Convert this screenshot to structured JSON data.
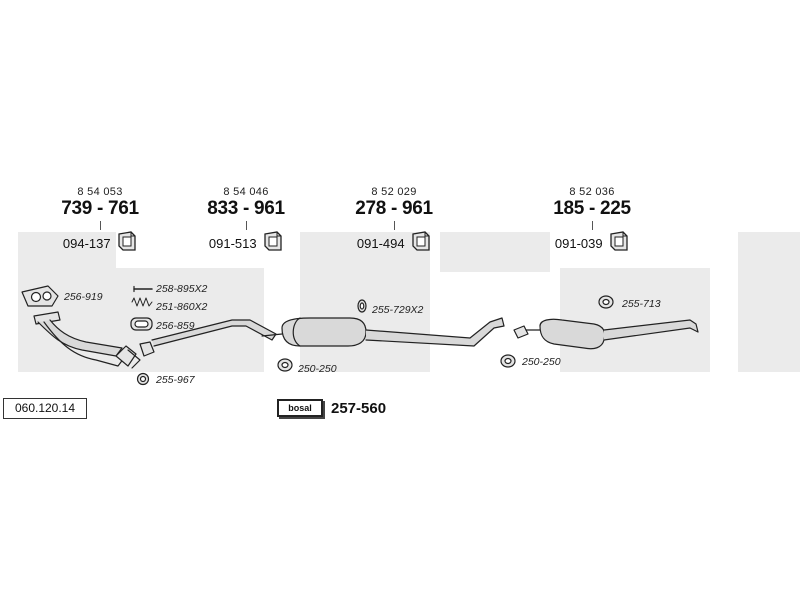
{
  "reference_number": "060.120.14",
  "brand": {
    "logo_text": "bosal",
    "part_number": "257-560"
  },
  "sections": [
    {
      "oe_number": "8 54 053",
      "part_number": "739 - 761",
      "holder": "094-137",
      "holder_icon": "rubber-hanger-icon"
    },
    {
      "oe_number": "8 54 046",
      "part_number": "833 - 961",
      "holder": "091-513",
      "holder_icon": "rubber-hanger-icon"
    },
    {
      "oe_number": "8 52 029",
      "part_number": "278 - 961",
      "holder": "091-494",
      "holder_icon": "rubber-hanger-icon"
    },
    {
      "oe_number": "8 52 036",
      "part_number": "185 - 225",
      "holder": "091-039",
      "holder_icon": "rubber-hanger-icon"
    }
  ],
  "part_labels": {
    "gasket_main": "256-919",
    "bolt": "258-895X2",
    "spring": "251-860X2",
    "ring": "256-859",
    "clamp_front": "255-967",
    "clamp_mid_1": "250-250",
    "gasket_mid": "255-729X2",
    "clamp_mid_2": "250-250",
    "gasket_rear": "255-713"
  },
  "colors": {
    "watermark": "#ebebeb",
    "line": "#222222",
    "part_fill": "#d9d9d9"
  }
}
